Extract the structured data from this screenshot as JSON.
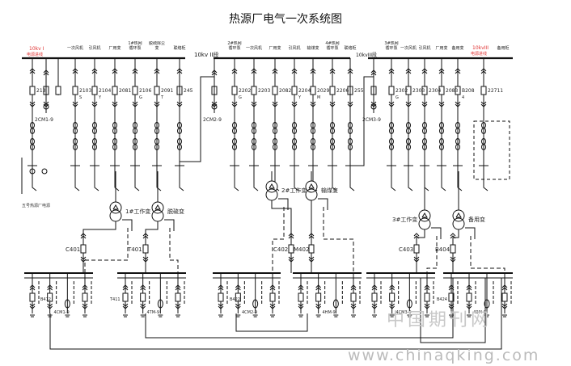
{
  "title": "热源厂电气一次系统图",
  "colors": {
    "line": "#111111",
    "red_label": "#e03030",
    "watermark": "#c8c8c8"
  },
  "buses": [
    {
      "label": "10kv I",
      "sub": "电源进线",
      "label_red": true
    },
    {
      "label": "10kv II段"
    },
    {
      "label": "10kvIII段"
    }
  ],
  "bus3_right_label": {
    "label": "10kvIII",
    "sub": "电源进线"
  },
  "feeders_top": [
    {
      "name": "",
      "code": "213"
    },
    {
      "name": "一次风机",
      "code": "2103",
      "sub": "S"
    },
    {
      "name": "引风机",
      "code": "2104",
      "sub": "Y"
    },
    {
      "name": "厂用变",
      "code": "2081"
    },
    {
      "name": "1#热网循环泵",
      "code": "2106",
      "sub": "G"
    },
    {
      "name": "脱硫除尘变",
      "code": "2091",
      "sub": "T"
    },
    {
      "name": "联络柜",
      "code": "245"
    },
    {
      "name": "2#热网循环泵",
      "code": "2202",
      "sub": "G"
    },
    {
      "name": "一次风机",
      "code": "2203"
    },
    {
      "name": "厂用变",
      "code": "2082"
    },
    {
      "name": "引风机",
      "code": "2204",
      "sub": "Y"
    },
    {
      "name": "输煤变",
      "code": "2029",
      "sub": "M"
    },
    {
      "name": "4#热网循环泵",
      "code": "2206"
    },
    {
      "name": "联络柜",
      "code": "255"
    },
    {
      "name": "3#热网循环泵",
      "code": "2302",
      "sub": "G"
    },
    {
      "name": "一次风机",
      "code": "2303"
    },
    {
      "name": "引风机",
      "code": "2304"
    },
    {
      "name": "厂用变",
      "code": "2083"
    },
    {
      "name": "备用变",
      "code": "B208",
      "sub": "4"
    },
    {
      "name": "备用柜",
      "code": "22711"
    }
  ],
  "pt_labels": [
    "2CM1-9",
    "2CM2-9",
    "2CM3-9"
  ],
  "source_label": "五号热源厂电源",
  "transformers": [
    {
      "name": "1#工作变",
      "breaker": "C401"
    },
    {
      "name": "脱硫变",
      "breaker": "T401"
    },
    {
      "name": "2#工作变",
      "breaker": "C402"
    },
    {
      "name": "输煤变",
      "breaker": "M402"
    },
    {
      "name": "3#工作变",
      "breaker": "C403"
    },
    {
      "name": "备用变",
      "breaker": "B404"
    }
  ],
  "lv_pt_labels": [
    "4CM1-9",
    "4TM-9",
    "4CM2-9",
    "4HM-9",
    "4CM3-9",
    "4BM-9"
  ],
  "lv_labels": [
    "B412",
    "T411",
    "B422",
    "B424"
  ],
  "watermark": {
    "cn": "中国期刊网",
    "url": "www.chinaqking.com"
  }
}
